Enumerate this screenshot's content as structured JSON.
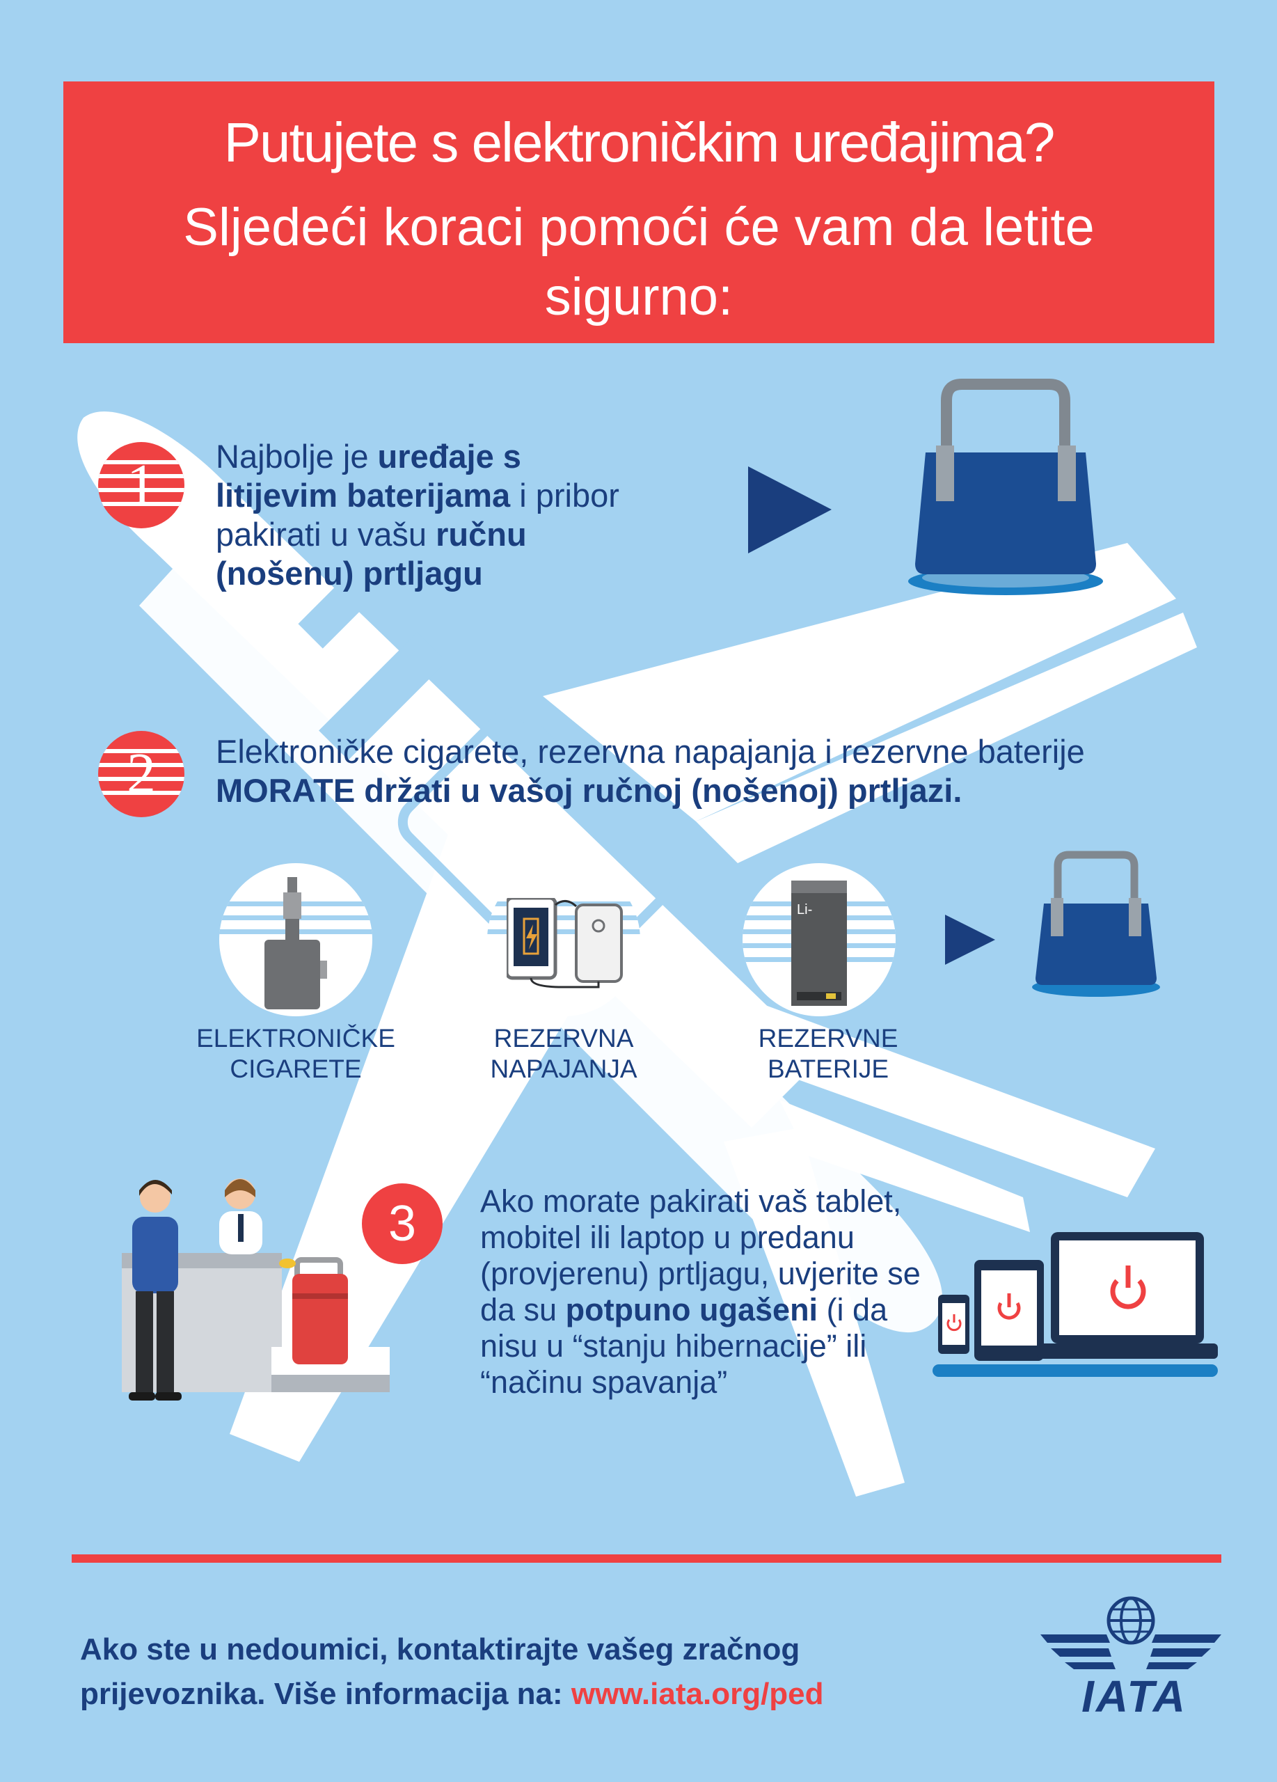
{
  "header": {
    "line1": "Putujete s elektroničkim uređajima?",
    "line2": "Sljedeći koraci pomoći će vam da letite sigurno:"
  },
  "step1": {
    "number": "1",
    "text_a": "Najbolje je ",
    "text_b": "uređaje s litijevim baterijama",
    "text_c": " i pribor pakirati u vašu ",
    "text_d": "ručnu (nošenu) prtljagu"
  },
  "step2": {
    "number": "2",
    "text_a": "Elektroničke cigarete, rezervna napajanja i rezervne baterije",
    "text_b": "MORATE",
    "text_c": " držati u vašoj ručnoj (nošenoj) prtljazi.",
    "items": [
      {
        "label_1": "ELEKTRONIČKE",
        "label_2": "CIGARETE"
      },
      {
        "label_1": "REZERVNA",
        "label_2": "NAPAJANJA"
      },
      {
        "label_1": "REZERVNE",
        "label_2": "BATERIJE"
      }
    ],
    "battery_label": "Li-"
  },
  "step3": {
    "number": "3",
    "text_a": "Ako morate pakirati vaš tablet, mobitel ili laptop u predanu (provjerenu) prtljagu, uvjerite se da su ",
    "text_b": "potpuno ugašeni",
    "text_c": " (i da nisu u “stanju hibernacije” ili “načinu spavanja”"
  },
  "footer": {
    "text": "Ako ste u nedoumici, kontaktirajte vašeg zračnog prijevoznika. Više informacija na: ",
    "link": "www.iata.org/ped",
    "logo_text": "IATA"
  },
  "colors": {
    "background": "#a3d2f1",
    "accent_red": "#ef4142",
    "navy": "#1a3e7e",
    "bag_blue": "#1b4d93"
  }
}
